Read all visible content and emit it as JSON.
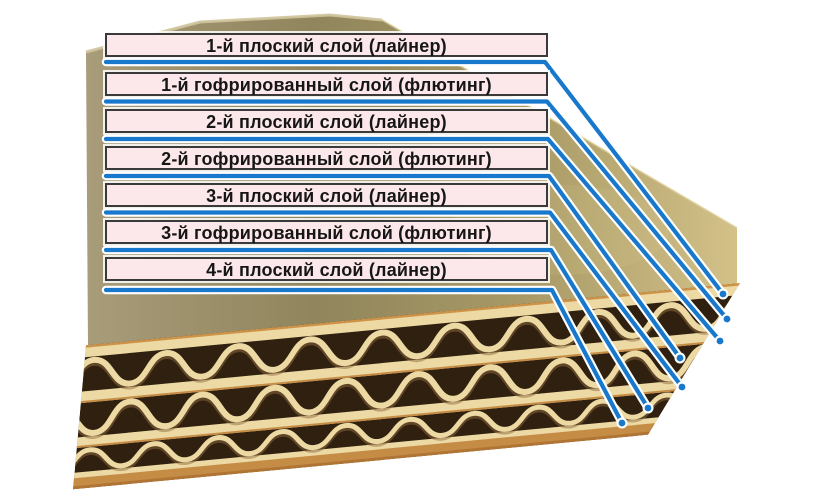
{
  "diagram": {
    "description_visible_text_only": true,
    "layers": [
      {
        "label": "1-й плоский слой (лайнер)",
        "kind": "liner"
      },
      {
        "label": "1-й гофрированный слой (флютинг)",
        "kind": "fluting"
      },
      {
        "label": "2-й плоский слой (лайнер)",
        "kind": "liner"
      },
      {
        "label": "2-й гофрированный слой (флютинг)",
        "kind": "fluting"
      },
      {
        "label": "3-й плоский слой (лайнер)",
        "kind": "liner"
      },
      {
        "label": "3-й гофрированный слой (флютинг)",
        "kind": "fluting"
      },
      {
        "label": "4-й плоский слой (лайнер)",
        "kind": "liner"
      }
    ],
    "colors": {
      "background": "#ffffff",
      "connector_blue": "#1878cc",
      "connector_casing": "#ffffff",
      "label_fill": "#fce8ea",
      "label_border": "#3a3a3a",
      "label_text": "#161616",
      "cardboard_surface_dark": "#90855c",
      "cardboard_surface_light": "#d3c188",
      "flute_shadow_brown": "#30200f",
      "liner_cream": "#ecd9a3",
      "liner_orange": "#c58c46"
    }
  }
}
